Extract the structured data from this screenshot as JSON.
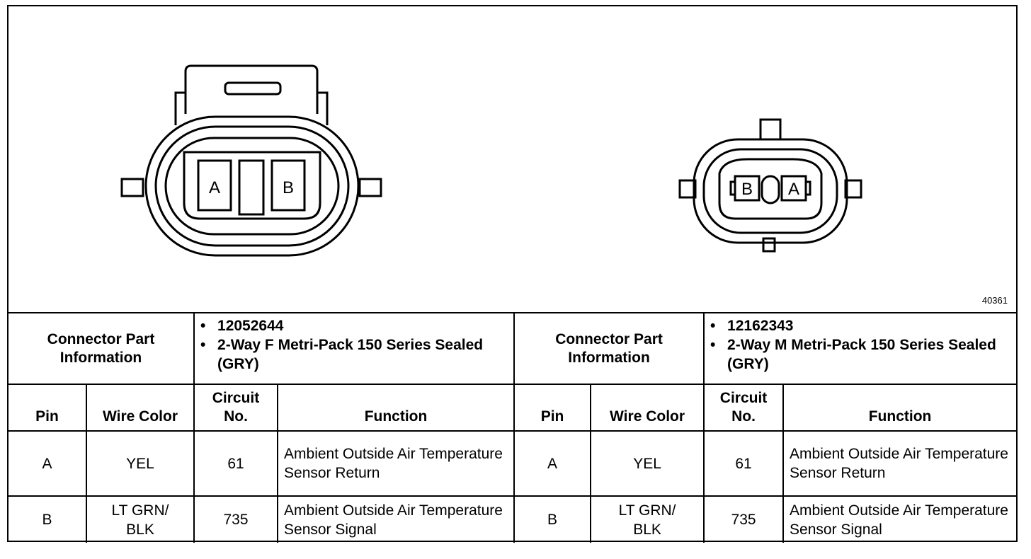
{
  "figure_number": "40361",
  "connectors": [
    {
      "part_info_label": "Connector Part Information",
      "part_number": "12052644",
      "description": "2-Way F Metri-Pack 150 Series Sealed (GRY)",
      "face_pin_labels": [
        "A",
        "B"
      ]
    },
    {
      "part_info_label": "Connector Part Information",
      "part_number": "12162343",
      "description": "2-Way M Metri-Pack 150 Series Sealed (GRY)",
      "face_pin_labels": [
        "B",
        "A"
      ]
    }
  ],
  "columns": {
    "pin": "Pin",
    "wire_color": "Wire Color",
    "circuit_line1": "Circuit",
    "circuit_line2": "No.",
    "function": "Function"
  },
  "rows_left": [
    {
      "pin": "A",
      "wire_line1": "YEL",
      "wire_line2": "",
      "circuit": "61",
      "function": "Ambient Outside Air Temperature Sensor Return"
    },
    {
      "pin": "B",
      "wire_line1": "LT GRN/",
      "wire_line2": "BLK",
      "circuit": "735",
      "function": "Ambient Outside Air Temperature Sensor Signal"
    }
  ],
  "rows_right": [
    {
      "pin": "A",
      "wire_line1": "YEL",
      "wire_line2": "",
      "circuit": "61",
      "function": "Ambient Outside Air Temperature Sensor Return"
    },
    {
      "pin": "B",
      "wire_line1": "LT GRN/",
      "wire_line2": "BLK",
      "circuit": "735",
      "function": "Ambient Outside Air Temperature Sensor Signal"
    }
  ]
}
